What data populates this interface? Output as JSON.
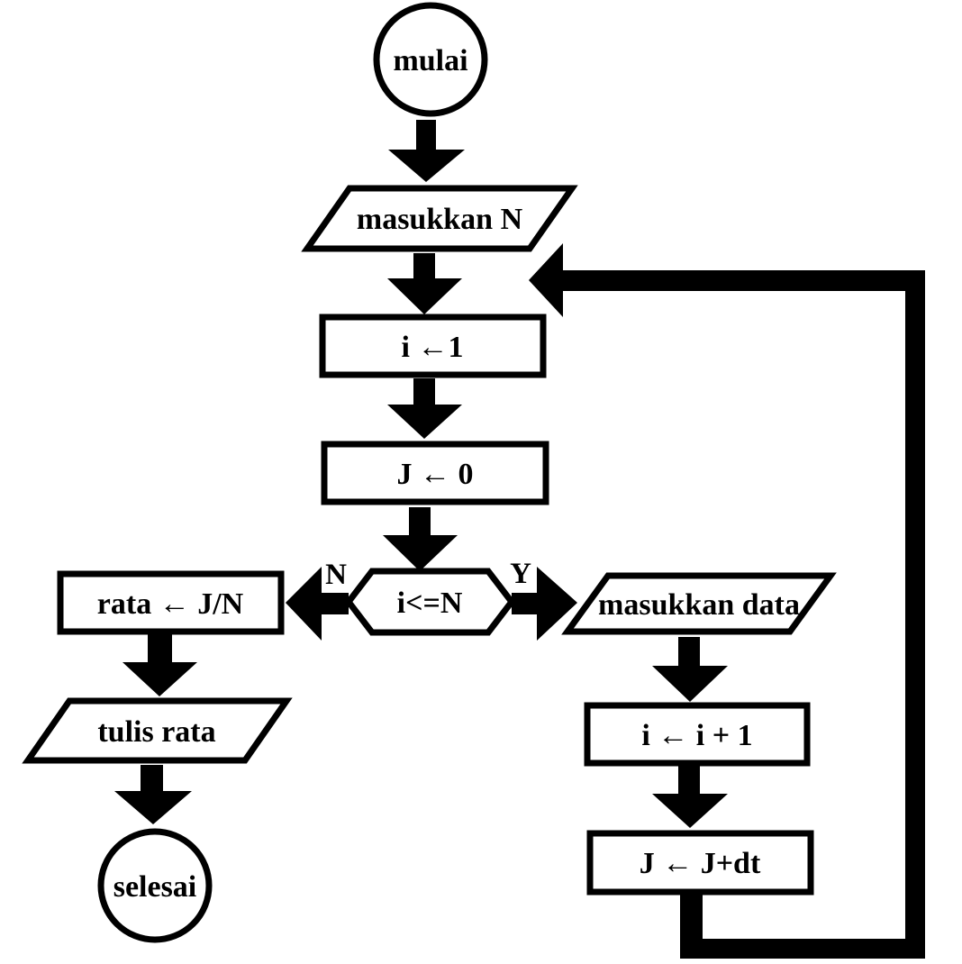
{
  "flowchart": {
    "background_color": "#ffffff",
    "stroke_color": "#000000",
    "fill_color": "#ffffff",
    "nodes": {
      "start": {
        "type": "terminator",
        "shape": "circle",
        "label": "mulai"
      },
      "input_n": {
        "type": "io",
        "shape": "parallelogram",
        "label": "masukkan N"
      },
      "init_i": {
        "type": "process",
        "shape": "rectangle",
        "label": "i ←1"
      },
      "init_j": {
        "type": "process",
        "shape": "rectangle",
        "label": "J ← 0"
      },
      "check_i": {
        "type": "decision",
        "shape": "hexagon",
        "label": "i<=N"
      },
      "calc_avg": {
        "type": "process",
        "shape": "rectangle",
        "label": "rata ← J/N"
      },
      "write_avg": {
        "type": "io",
        "shape": "parallelogram",
        "label": "tulis rata"
      },
      "end": {
        "type": "terminator",
        "shape": "circle",
        "label": "selesai"
      },
      "input_data": {
        "type": "io",
        "shape": "parallelogram",
        "label": "masukkan data"
      },
      "inc_i": {
        "type": "process",
        "shape": "rectangle",
        "label": "i ← i + 1"
      },
      "add_j": {
        "type": "process",
        "shape": "rectangle",
        "label": "J ← J+dt"
      }
    },
    "edges": [
      {
        "from": "start",
        "to": "input_n"
      },
      {
        "from": "input_n",
        "to": "init_i"
      },
      {
        "from": "init_i",
        "to": "init_j"
      },
      {
        "from": "init_j",
        "to": "check_i"
      },
      {
        "from": "check_i",
        "to": "calc_avg",
        "label": "N"
      },
      {
        "from": "check_i",
        "to": "input_data",
        "label": "Y"
      },
      {
        "from": "calc_avg",
        "to": "write_avg"
      },
      {
        "from": "write_avg",
        "to": "end"
      },
      {
        "from": "input_data",
        "to": "inc_i"
      },
      {
        "from": "inc_i",
        "to": "add_j"
      },
      {
        "from": "add_j",
        "to": "init_i"
      }
    ]
  }
}
